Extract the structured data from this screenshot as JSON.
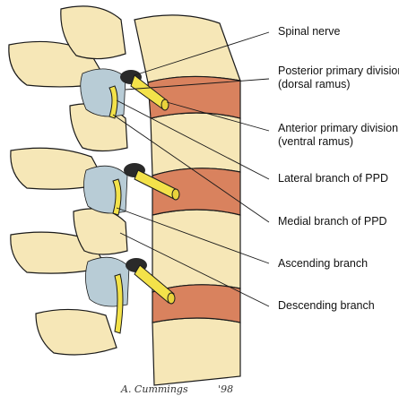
{
  "labels": {
    "spinal_nerve": "Spinal nerve",
    "ppd_line1": "Posterior primary division",
    "ppd_line2": "(dorsal ramus)",
    "apd_line1": "Anterior primary division",
    "apd_line2": "(ventral ramus)",
    "lateral_branch": "Lateral branch of PPD",
    "medial_branch": "Medial branch of PPD",
    "ascending_branch": "Ascending branch",
    "descending_branch": "Descending branch"
  },
  "signature": {
    "name": "A. Cummings",
    "year": "'98"
  },
  "colors": {
    "bone": "#f6e7b7",
    "disc": "#d9825e",
    "nerve": "#f3e24a",
    "ligament": "#b8ccd6",
    "outline": "#1a1a1a"
  }
}
